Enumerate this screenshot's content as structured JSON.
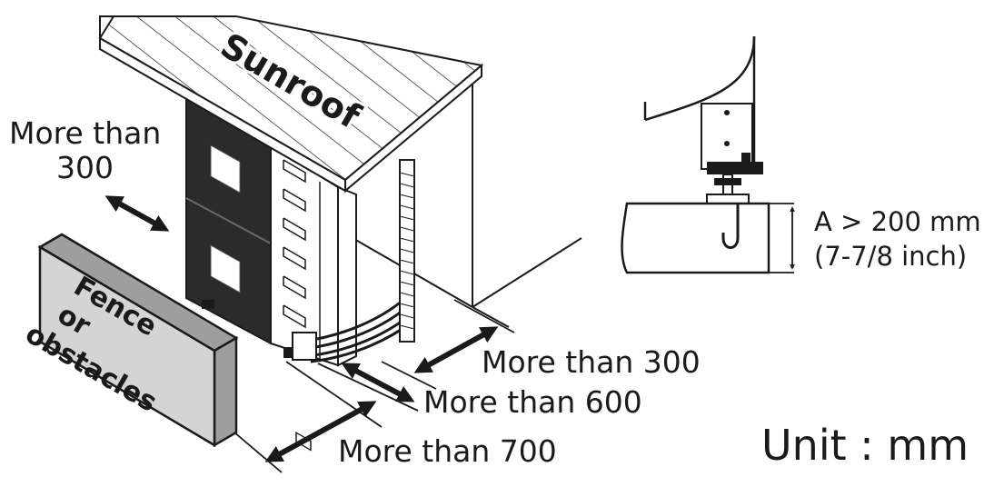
{
  "labels": {
    "roof": "Sunroof",
    "side_clear_1": "More than",
    "side_clear_2": "300",
    "fence_1": "Fence",
    "fence_2": "or",
    "fence_3": "obstacles",
    "rear_clear": "More than 300",
    "service_clear": "More than 600",
    "front_clear": "More than 700",
    "height_1": "A > 200 mm",
    "height_2": "(7-7/8 inch)",
    "unit": "Unit : mm"
  },
  "colors": {
    "ink": "#1a1a1a",
    "unit_panel": "#2b2b2b",
    "fence_face": "#d4d4d4",
    "fence_side": "#9e9e9e"
  }
}
